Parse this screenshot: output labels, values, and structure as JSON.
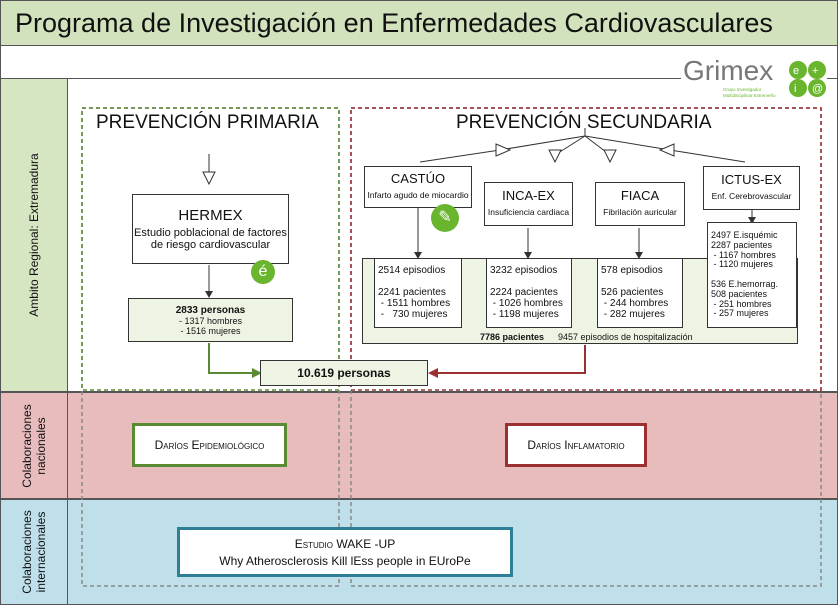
{
  "title": "Programa de Investigación en Enfermedades Cardiovasculares",
  "logo": {
    "text": "Grimex",
    "badge_line1": "e+",
    "badge_line2": "i@",
    "subtitle1": "Grupo Investigador",
    "subtitle2": "Multidisciplinar Extremeño"
  },
  "rows": {
    "regional": "Ambito Regional: Extremadura",
    "nacional_l1": "Colaboraciones",
    "nacional_l2": "nacionales",
    "internacional_l1": "Colaboraciones",
    "internacional_l2": "internacionales"
  },
  "primaria": {
    "heading": "PREVENCIÓN PRIMARIA",
    "hermex_title": "HERMEX",
    "hermex_line1": "Estudio poblacional de factores",
    "hermex_line2": "de riesgo cardiovascular",
    "personas": "2833 personas",
    "hombres": "- 1317 hombres",
    "mujeres": "- 1516 mujeres"
  },
  "secundaria": {
    "heading": "PREVENCIÓN SECUNDARIA",
    "studies": [
      {
        "name": "CASTÚO",
        "desc": "Infarto agudo de miocardio",
        "stats": "2514 episodios\n\n2241 pacientes\n - 1511 hombres\n -   730 mujeres"
      },
      {
        "name": "INCA-EX",
        "desc": "Insuficiencia cardiaca",
        "stats": "3232 episodios\n\n2224 pacientes\n - 1026 hombres\n - 1198 mujeres"
      },
      {
        "name": "FIACA",
        "desc": "Fibrilación auricular",
        "stats": "578 episodios\n\n526 pacientes\n - 244 hombres\n - 282 mujeres"
      },
      {
        "name": "ICTUS-EX",
        "desc": "Enf. Cerebrovascular",
        "stats": "2497 E.isquémic\n2287 pacientes\n - 1167 hombres\n - 1120 mujeres\n\n536 E.hemorrag.\n508 pacientes\n - 251 hombres\n - 257 mujeres"
      }
    ],
    "pacientes_total": "7786 pacientes",
    "episodios_total": "9457 episodios de hospitalización"
  },
  "total_personas": "10.619 personas",
  "nacionales": {
    "epidemiologico": "Daríos Epidemiológico",
    "inflamatorio": "Daríos Inflamatorio"
  },
  "internacionales": {
    "wake_up": "Estudio WAKE -UP",
    "why": "Why Atherosclerosis Kill lEss people in EUroPe"
  },
  "colors": {
    "green": "#5a8a32",
    "red": "#9a3030",
    "teal": "#2e7f96",
    "header": "#d2e2bc"
  }
}
